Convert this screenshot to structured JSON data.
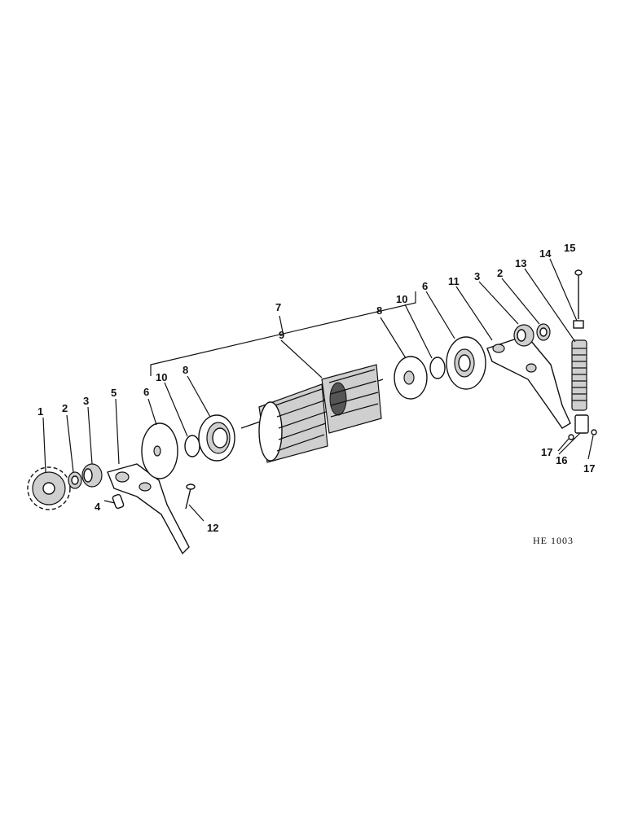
{
  "drawing_code": "HE 1003",
  "callouts": {
    "c1": "1",
    "c2a": "2",
    "c3a": "3",
    "c4": "4",
    "c5": "5",
    "c6a": "6",
    "c10a": "10",
    "c8a": "8",
    "c7": "7",
    "c9": "9",
    "c8b": "8",
    "c10b": "10",
    "c6b": "6",
    "c11": "11",
    "c3b": "3",
    "c2b": "2",
    "c13": "13",
    "c14": "14",
    "c15": "15",
    "c17a": "17",
    "c16": "16",
    "c17b": "17",
    "c12": "12"
  }
}
